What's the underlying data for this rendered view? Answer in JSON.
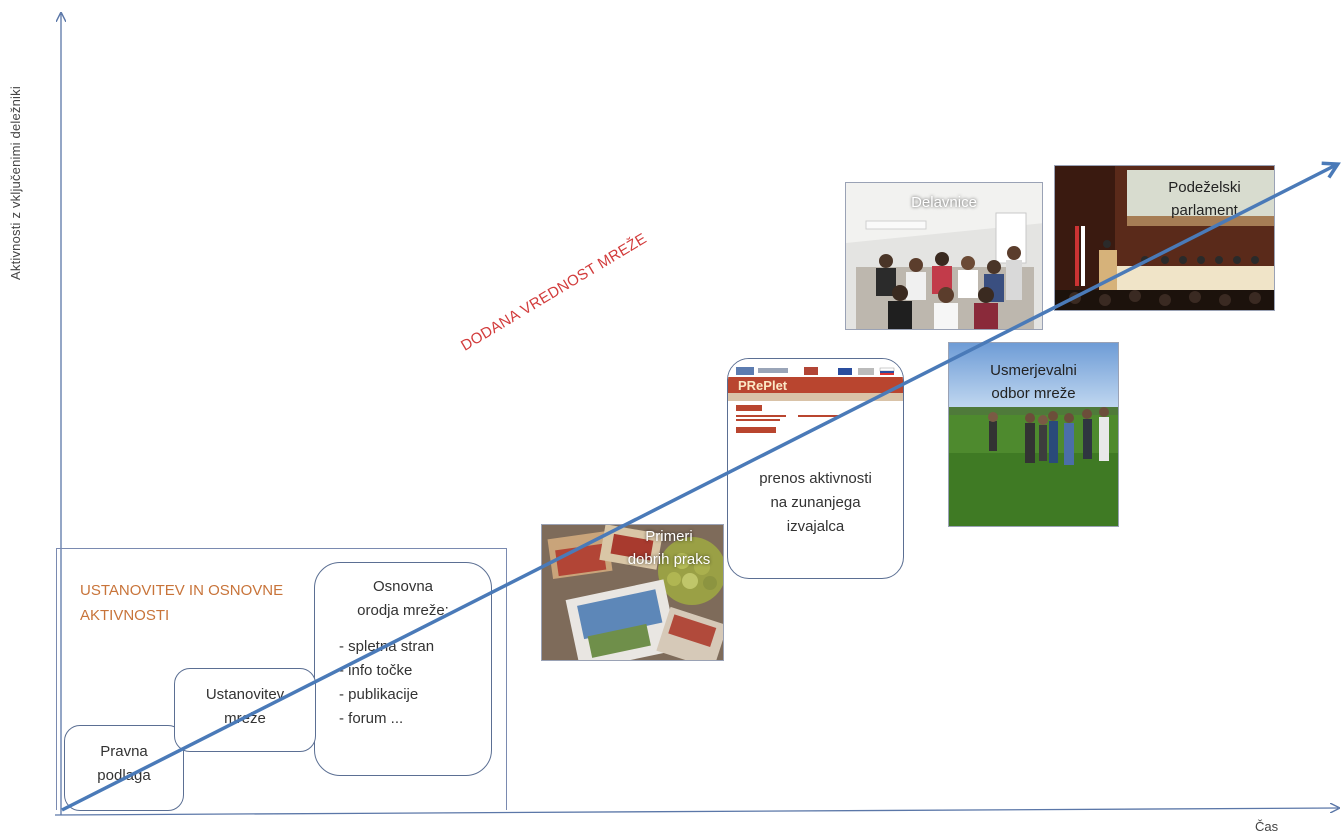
{
  "axes": {
    "y_label": "Aktivnosti z vključenimi deležniki",
    "x_label": "Čas"
  },
  "phase": {
    "label_line1": "USTANOVITEV IN OSNOVNE",
    "label_line2": "AKTIVNOSTI"
  },
  "boxes": {
    "pravna_line1": "Pravna",
    "pravna_line2": "podlaga",
    "ustanovitev_line1": "Ustanovitev",
    "ustanovitev_line2": "mreže",
    "orodja_line1": "Osnovna",
    "orodja_line2": "orodja mreže:",
    "orodja_items": [
      "- spletna stran",
      "- info točke",
      "- publikacije",
      "- forum ..."
    ]
  },
  "added_value": "DODANA VREDNOST MREŽE",
  "photos": {
    "primeri_line1": "Primeri",
    "primeri_line2": "dobrih praks",
    "prenos_line1": "prenos aktivnosti",
    "prenos_line2": "na zunanjega",
    "prenos_line3": "izvajalca",
    "newsletter_title": "PRePlet",
    "delavnice": "Delavnice",
    "podezelski_line1": "Podeželski",
    "podezelski_line2": "parlament",
    "usmerjevalni_line1": "Usmerjevalni",
    "usmerjevalni_line2": "odbor mreže"
  },
  "colors": {
    "axis": "#5b77a8",
    "arrow": "#4a7ab8",
    "accent_orange": "#c8743a",
    "accent_red": "#d23b3b"
  }
}
